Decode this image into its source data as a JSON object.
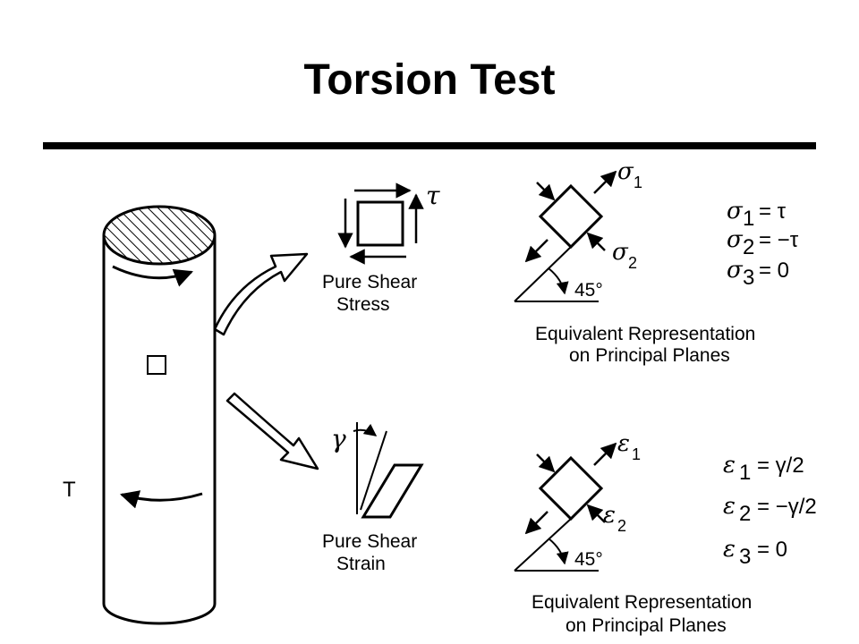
{
  "title": "Torsion Test",
  "torque_label": "T",
  "shear_stress": {
    "line1": "Pure Shear",
    "line2": "Stress",
    "symbol": "τ"
  },
  "shear_strain": {
    "line1": "Pure Shear",
    "line2": "Strain",
    "symbol": "γ"
  },
  "principal_stress": {
    "sym1": "σ",
    "sub1": "1",
    "sym2": "σ",
    "sub2": "2",
    "angle": "45°",
    "caption1": "Equivalent Representation",
    "caption2": "on Principal Planes",
    "eq1_sym": "σ",
    "eq1_sub": "1",
    "eq1_rhs": "= τ",
    "eq2_sym": "σ",
    "eq2_sub": "2",
    "eq2_rhs": "= −τ",
    "eq3_sym": "σ",
    "eq3_sub": "3",
    "eq3_rhs": "= 0"
  },
  "principal_strain": {
    "sym1": "ε",
    "sub1": "1",
    "sym2": "ε",
    "sub2": "2",
    "angle": "45°",
    "caption1": "Equivalent Representation",
    "caption2": "on Principal Planes",
    "eq1_sym": "ε",
    "eq1_sub": "1",
    "eq1_rhs": "= γ/2",
    "eq2_sym": "ε",
    "eq2_sub": "2",
    "eq2_rhs": "= −γ/2",
    "eq3_sym": "ε",
    "eq3_sub": "3",
    "eq3_rhs": "= 0"
  }
}
